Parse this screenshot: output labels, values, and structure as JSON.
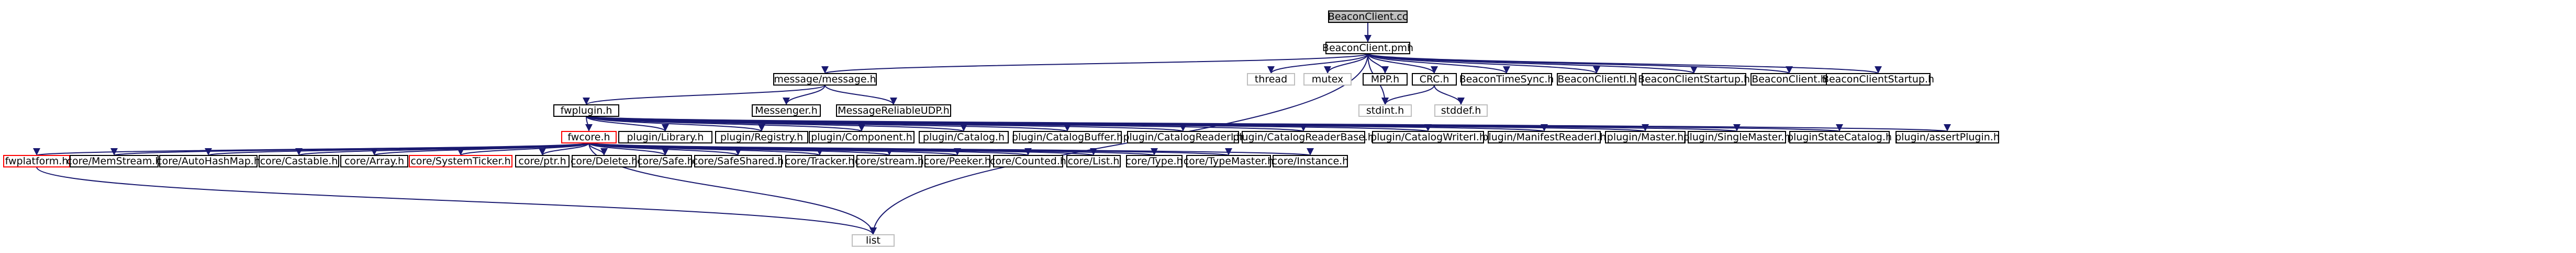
{
  "colors": {
    "edge": "#191970",
    "border_default": "#000000",
    "border_missing": "#bfbfbf",
    "border_truncated": "#ff0000",
    "fill_default": "#ffffff",
    "fill_root": "#bfbfbf",
    "text": "#000000"
  },
  "nodes": [
    {
      "id": "beaconclient-cc",
      "label": "BeaconClient.cc",
      "style": "root"
    },
    {
      "id": "beaconclient-pmh",
      "label": "BeaconClient.pmh",
      "style": "default"
    },
    {
      "id": "message-h",
      "label": "message/message.h",
      "style": "default"
    },
    {
      "id": "thread",
      "label": "thread",
      "style": "missing"
    },
    {
      "id": "mutex",
      "label": "mutex",
      "style": "missing"
    },
    {
      "id": "mpp-h",
      "label": "MPP.h",
      "style": "default"
    },
    {
      "id": "crc-h",
      "label": "CRC.h",
      "style": "default"
    },
    {
      "id": "beacontimesync-h",
      "label": "BeaconTimeSync.h",
      "style": "default"
    },
    {
      "id": "beaconclienti-h",
      "label": "BeaconClientI.h",
      "style": "default"
    },
    {
      "id": "beaconclientstartup-h-1",
      "label": "BeaconClientStartup.h",
      "style": "default"
    },
    {
      "id": "beaconclient-h",
      "label": "BeaconClient.h",
      "style": "default"
    },
    {
      "id": "beaconclientstartup-h-2",
      "label": "BeaconClientStartup.h",
      "style": "default"
    },
    {
      "id": "fwplugin-h",
      "label": "fwplugin.h",
      "style": "default"
    },
    {
      "id": "messenger-h",
      "label": "Messenger.h",
      "style": "default"
    },
    {
      "id": "messagereliableudp-h",
      "label": "MessageReliableUDP.h",
      "style": "default"
    },
    {
      "id": "stdint-h",
      "label": "stdint.h",
      "style": "missing"
    },
    {
      "id": "stddef-h",
      "label": "stddef.h",
      "style": "missing"
    },
    {
      "id": "fwcore-h",
      "label": "fwcore.h",
      "style": "truncated"
    },
    {
      "id": "plugin-library-h",
      "label": "plugin/Library.h",
      "style": "default"
    },
    {
      "id": "plugin-registry-h",
      "label": "plugin/Registry.h",
      "style": "default"
    },
    {
      "id": "plugin-component-h",
      "label": "plugin/Component.h",
      "style": "default"
    },
    {
      "id": "plugin-catalog-h",
      "label": "plugin/Catalog.h",
      "style": "default"
    },
    {
      "id": "plugin-catalogbuffer-h",
      "label": "plugin/CatalogBuffer.h",
      "style": "default"
    },
    {
      "id": "plugin-catalogreaderi-h",
      "label": "plugin/CatalogReaderI.h",
      "style": "default"
    },
    {
      "id": "plugin-catalogreaderbase-h",
      "label": "plugin/CatalogReaderBase.h",
      "style": "default"
    },
    {
      "id": "plugin-catalogwriteri-h",
      "label": "plugin/CatalogWriterI.h",
      "style": "default"
    },
    {
      "id": "plugin-manifestreaderi-h",
      "label": "plugin/ManifestReaderI.h",
      "style": "default"
    },
    {
      "id": "plugin-master-h",
      "label": "plugin/Master.h",
      "style": "default"
    },
    {
      "id": "plugin-singlemaster-h",
      "label": "plugin/SingleMaster.h",
      "style": "default"
    },
    {
      "id": "pluginstatecatalog-h",
      "label": "pluginStateCatalog.h",
      "style": "default"
    },
    {
      "id": "plugin-assertplugin-h",
      "label": "plugin/assertPlugin.h",
      "style": "default"
    },
    {
      "id": "fwplatform-h",
      "label": "fwplatform.h",
      "style": "truncated"
    },
    {
      "id": "core-memstream-h",
      "label": "core/MemStream.h",
      "style": "default"
    },
    {
      "id": "core-autohashmap-h",
      "label": "core/AutoHashMap.h",
      "style": "default"
    },
    {
      "id": "core-castable-h",
      "label": "core/Castable.h",
      "style": "default"
    },
    {
      "id": "core-array-h",
      "label": "core/Array.h",
      "style": "default"
    },
    {
      "id": "core-systemticker-h",
      "label": "core/SystemTicker.h",
      "style": "truncated"
    },
    {
      "id": "core-ptr-h",
      "label": "core/ptr.h",
      "style": "default"
    },
    {
      "id": "core-delete-h",
      "label": "core/Delete.h",
      "style": "default"
    },
    {
      "id": "core-safe-h",
      "label": "core/Safe.h",
      "style": "default"
    },
    {
      "id": "core-safeshared-h",
      "label": "core/SafeShared.h",
      "style": "default"
    },
    {
      "id": "core-tracker-h",
      "label": "core/Tracker.h",
      "style": "default"
    },
    {
      "id": "core-stream-h",
      "label": "core/stream.h",
      "style": "default"
    },
    {
      "id": "core-peeker-h",
      "label": "core/Peeker.h",
      "style": "default"
    },
    {
      "id": "core-counted-h",
      "label": "core/Counted.h",
      "style": "default"
    },
    {
      "id": "core-list-h",
      "label": "core/List.h",
      "style": "default"
    },
    {
      "id": "core-type-h",
      "label": "core/Type.h",
      "style": "default"
    },
    {
      "id": "core-typemaster-h",
      "label": "core/TypeMaster.h",
      "style": "default"
    },
    {
      "id": "core-instance-h",
      "label": "core/Instance.h",
      "style": "default"
    },
    {
      "id": "list",
      "label": "list",
      "style": "missing"
    }
  ],
  "edges": [
    [
      "beaconclient-cc",
      "beaconclient-pmh"
    ],
    [
      "beaconclient-pmh",
      "message-h"
    ],
    [
      "beaconclient-pmh",
      "thread"
    ],
    [
      "beaconclient-pmh",
      "mutex"
    ],
    [
      "beaconclient-pmh",
      "mpp-h"
    ],
    [
      "beaconclient-pmh",
      "crc-h"
    ],
    [
      "beaconclient-pmh",
      "beacontimesync-h"
    ],
    [
      "beaconclient-pmh",
      "beaconclienti-h"
    ],
    [
      "beaconclient-pmh",
      "beaconclientstartup-h-1"
    ],
    [
      "beaconclient-pmh",
      "beaconclient-h"
    ],
    [
      "beaconclient-pmh",
      "beaconclientstartup-h-2"
    ],
    [
      "beaconclient-pmh",
      "stdint-h"
    ],
    [
      "beaconclient-pmh",
      "list"
    ],
    [
      "message-h",
      "fwplugin-h"
    ],
    [
      "message-h",
      "messenger-h"
    ],
    [
      "message-h",
      "messagereliableudp-h"
    ],
    [
      "crc-h",
      "stdint-h"
    ],
    [
      "crc-h",
      "stddef-h"
    ],
    [
      "fwplugin-h",
      "fwcore-h"
    ],
    [
      "fwplugin-h",
      "plugin-library-h"
    ],
    [
      "fwplugin-h",
      "plugin-registry-h"
    ],
    [
      "fwplugin-h",
      "plugin-component-h"
    ],
    [
      "fwplugin-h",
      "plugin-catalog-h"
    ],
    [
      "fwplugin-h",
      "plugin-catalogbuffer-h"
    ],
    [
      "fwplugin-h",
      "plugin-catalogreaderi-h"
    ],
    [
      "fwplugin-h",
      "plugin-catalogreaderbase-h"
    ],
    [
      "fwplugin-h",
      "plugin-catalogwriteri-h"
    ],
    [
      "fwplugin-h",
      "plugin-manifestreaderi-h"
    ],
    [
      "fwplugin-h",
      "plugin-master-h"
    ],
    [
      "fwplugin-h",
      "plugin-singlemaster-h"
    ],
    [
      "fwplugin-h",
      "pluginstatecatalog-h"
    ],
    [
      "fwplugin-h",
      "plugin-assertplugin-h"
    ],
    [
      "fwcore-h",
      "fwplatform-h"
    ],
    [
      "fwcore-h",
      "core-memstream-h"
    ],
    [
      "fwcore-h",
      "core-autohashmap-h"
    ],
    [
      "fwcore-h",
      "core-castable-h"
    ],
    [
      "fwcore-h",
      "core-array-h"
    ],
    [
      "fwcore-h",
      "core-systemticker-h"
    ],
    [
      "fwcore-h",
      "core-ptr-h"
    ],
    [
      "fwcore-h",
      "core-delete-h"
    ],
    [
      "fwcore-h",
      "core-safe-h"
    ],
    [
      "fwcore-h",
      "core-safeshared-h"
    ],
    [
      "fwcore-h",
      "core-tracker-h"
    ],
    [
      "fwcore-h",
      "core-stream-h"
    ],
    [
      "fwcore-h",
      "core-peeker-h"
    ],
    [
      "fwcore-h",
      "core-counted-h"
    ],
    [
      "fwcore-h",
      "core-list-h"
    ],
    [
      "fwcore-h",
      "core-type-h"
    ],
    [
      "fwcore-h",
      "core-typemaster-h"
    ],
    [
      "fwcore-h",
      "core-instance-h"
    ],
    [
      "fwcore-h",
      "list"
    ],
    [
      "fwplatform-h",
      "list"
    ]
  ]
}
